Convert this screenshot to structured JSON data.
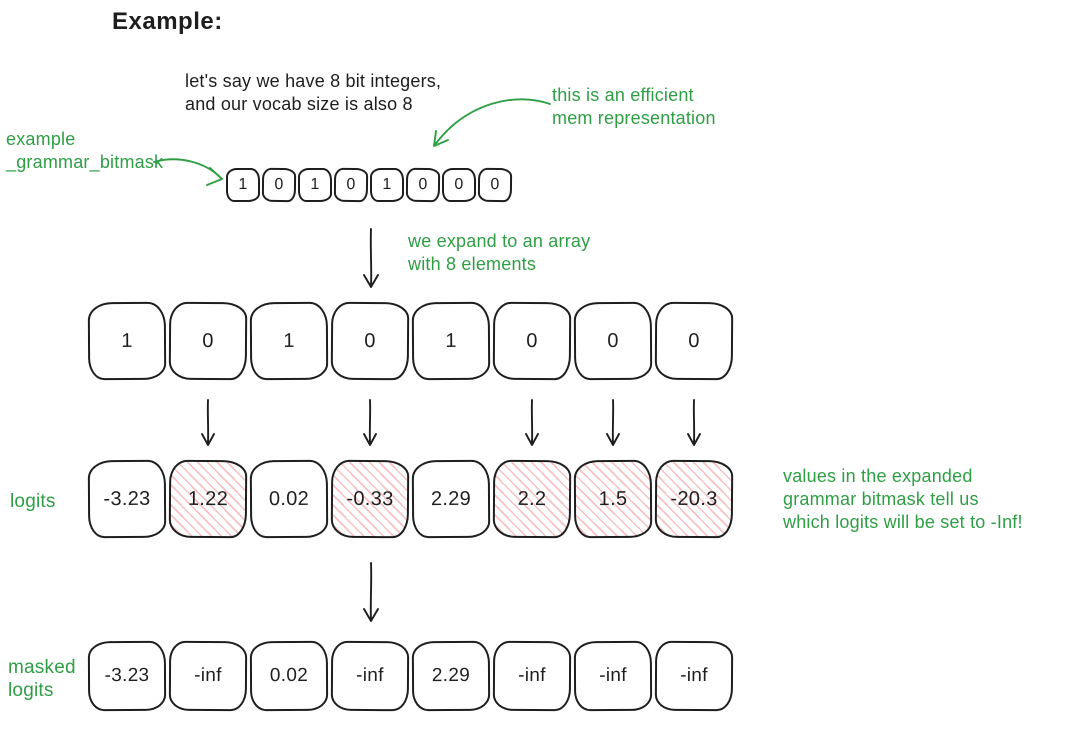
{
  "title": "Example:",
  "colors": {
    "green": "#2f9e44",
    "ink": "#1e1e1e",
    "mask_red": "#e03131"
  },
  "annotations": {
    "intro_line1": "let's say we have 8 bit integers,",
    "intro_line2": "and our vocab size is also 8",
    "efficient_line1": "this is an efficient",
    "efficient_line2": "mem representation",
    "bitmask_label_line1": "example",
    "bitmask_label_line2": "_grammar_bitmask",
    "expand_line1": "we expand to an array",
    "expand_line2": "with 8 elements",
    "values_note_line1": "values in the expanded",
    "values_note_line2": "grammar bitmask tell us",
    "values_note_line3": "which logits will be set to -Inf!",
    "logits_label": "logits",
    "masked_label_line1": "masked",
    "masked_label_line2": "logits"
  },
  "bitmask": {
    "values": [
      "1",
      "0",
      "1",
      "0",
      "1",
      "0",
      "0",
      "0"
    ]
  },
  "expanded": {
    "values": [
      "1",
      "0",
      "1",
      "0",
      "1",
      "0",
      "0",
      "0"
    ]
  },
  "logits": {
    "values": [
      "-3.23",
      "1.22",
      "0.02",
      "-0.33",
      "2.29",
      "2.2",
      "1.5",
      "-20.3"
    ],
    "masked_indices": [
      1,
      3,
      5,
      6,
      7
    ]
  },
  "masked_logits": {
    "values": [
      "-3.23",
      "-inf",
      "0.02",
      "-inf",
      "2.29",
      "-inf",
      "-inf",
      "-inf"
    ]
  }
}
